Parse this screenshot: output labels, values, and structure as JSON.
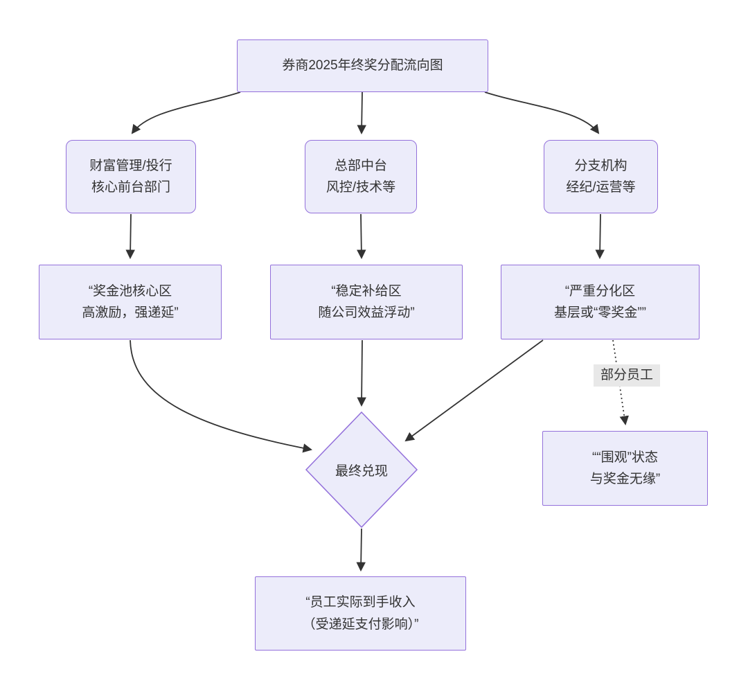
{
  "diagram": {
    "type": "flowchart",
    "direction": "top-down"
  },
  "nodes": {
    "root": {
      "label": "券商2025年终奖分配流向图"
    },
    "dept_front": {
      "label": "财富管理/投行\n核心前台部门"
    },
    "dept_middle_office": {
      "label": "总部中台\n风控/技术等"
    },
    "dept_branch": {
      "label": "分支机构\n经纪/运营等"
    },
    "zone_core": {
      "label": "“奖金池核心区\n高激励，强递延”"
    },
    "zone_stable": {
      "label": "“稳定补给区\n随公司效益浮动”"
    },
    "zone_divided": {
      "label": "“严重分化区\n基层或“零奖金””"
    },
    "decision": {
      "label": "最终兑现"
    },
    "bystander": {
      "label": "““围观”状态\n与奖金无缘”"
    },
    "final": {
      "label": "“员工实际到手收入\n（受递延支付影响）”"
    }
  },
  "edge_labels": {
    "partial_staff": "部分员工"
  },
  "colors": {
    "node_fill": "#ECECFA",
    "node_border": "#9370DB",
    "arrow": "#333333",
    "text": "#333333",
    "edge_label_bg": "#E8E8E8",
    "background": "#FFFFFF"
  }
}
